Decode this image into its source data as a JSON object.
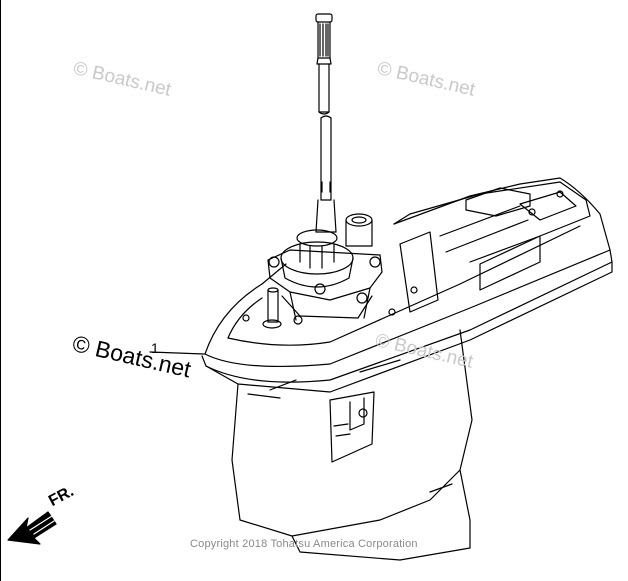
{
  "watermark": {
    "text": "© Boats.net"
  },
  "callout": {
    "text": "© Boats.net",
    "part_number": "1"
  },
  "direction": {
    "label": "FR."
  },
  "copyright": {
    "text": "Copyright 2018 Tohatsu America Corporation"
  },
  "icons": {
    "arrow": "direction-arrow-icon"
  }
}
